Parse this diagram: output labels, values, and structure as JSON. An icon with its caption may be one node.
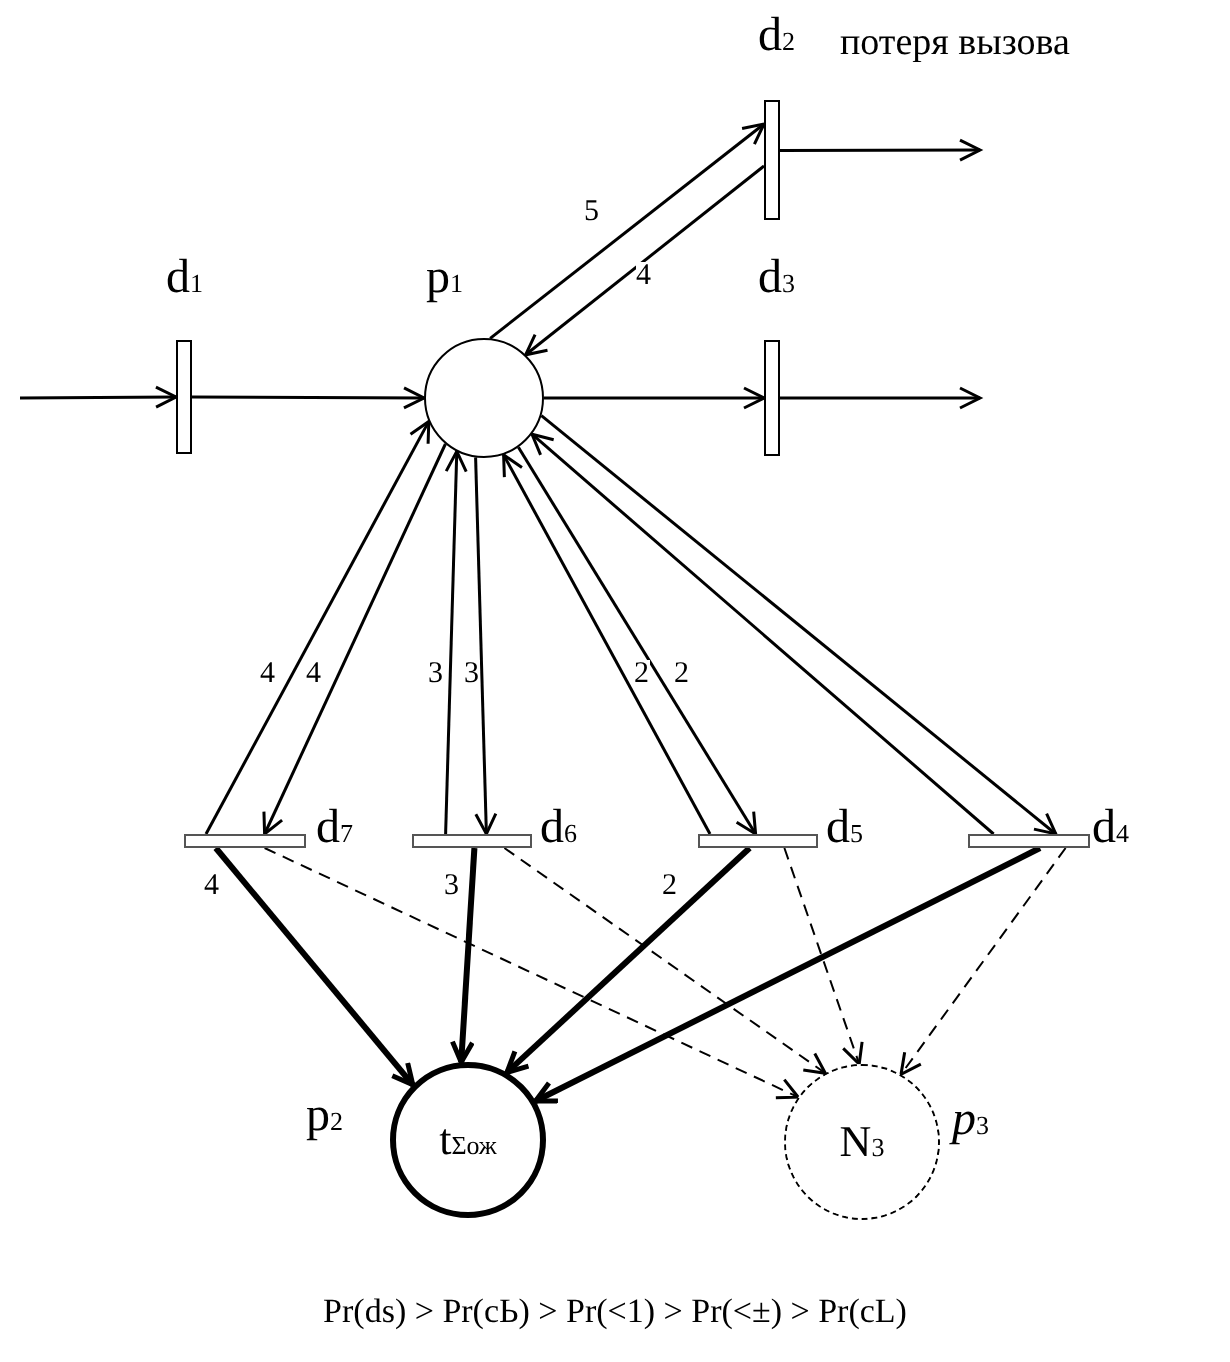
{
  "diagram": {
    "caption": "Pr(ds) > Pr(cЬ) > Pr(<1) > Pr(<±) > Pr(cL)",
    "nodes": [
      {
        "text": [],
        "shape": "bar",
        "beside": [
          "d$_{2}$"
        ]
      },
      {
        "text": [],
        "shape": "bar",
        "beside": [
          "d$_{1}$"
        ]
      },
      {
        "text": [],
        "shape": "circle",
        "beside": [
          "p$_{1}$"
        ]
      },
      {
        "text": [],
        "shape": "bar",
        "beside": [
          "d$_{3}$"
        ]
      },
      {
        "text": [],
        "shape": "bar",
        "beside": [
          "d$_{7}$"
        ]
      },
      {
        "text": [],
        "shape": "bar",
        "beside": [
          "d$_{6}$"
        ]
      },
      {
        "text": [],
        "shape": "bar",
        "beside": [
          "d$_{5}$"
        ]
      },
      {
        "text": [],
        "shape": "bar",
        "beside": [
          "d$_{4}$"
        ]
      },
      {
        "text": [
          "t$_{Σож}$"
        ],
        "beside": [
          "p$_{2}$"
        ]
      },
      {
        "text": [
          "N$_{3}$"
        ],
        "beside": [
          "*p*$_{3}$"
        ]
      }
    ],
    "edges": [
      {
        "from": null,
        "to": 1,
        "arrow": "to"
      },
      {
        "from": 1,
        "to": 2,
        "arrow": "to"
      },
      {
        "from": 2,
        "to": 0,
        "arrow": "to",
        "label": "5"
      },
      {
        "from": 0,
        "to": 2,
        "arrow": "to",
        "label": "4"
      },
      {
        "from": 0,
        "to": null,
        "arrow": "to",
        "label": "потеря вызова"
      },
      {
        "from": 2,
        "to": 3,
        "arrow": "to"
      },
      {
        "from": 3,
        "to": null,
        "arrow": "to"
      },
      {
        "from": 4,
        "to": 2,
        "arrow": "to",
        "label": "4"
      },
      {
        "from": 2,
        "to": 4,
        "arrow": "to",
        "label": "4"
      },
      {
        "from": 5,
        "to": 2,
        "arrow": "to",
        "label": "3"
      },
      {
        "from": 2,
        "to": 5,
        "arrow": "to",
        "label": "3"
      },
      {
        "from": 6,
        "to": 2,
        "arrow": "to",
        "label": "2"
      },
      {
        "from": 2,
        "to": 6,
        "arrow": "to",
        "label": "2"
      },
      {
        "from": 7,
        "to": 2,
        "arrow": "to"
      },
      {
        "from": 2,
        "to": 7,
        "arrow": "to"
      },
      {
        "from": 4,
        "to": 8,
        "arrow": "to",
        "label": "4",
        "style": "thick"
      },
      {
        "from": 5,
        "to": 8,
        "arrow": "to",
        "label": "3",
        "style": "thick"
      },
      {
        "from": 6,
        "to": 8,
        "arrow": "to",
        "label": "2",
        "style": "thick"
      },
      {
        "from": 7,
        "to": 8,
        "arrow": "to",
        "style": "thick"
      },
      {
        "from": 4,
        "to": 9,
        "arrow": "to",
        "style": "dashed"
      },
      {
        "from": 5,
        "to": 9,
        "arrow": "to",
        "style": "dashed"
      },
      {
        "from": 6,
        "to": 9,
        "arrow": "to",
        "style": "dashed"
      },
      {
        "from": 7,
        "to": 9,
        "arrow": "to",
        "style": "dashed"
      }
    ]
  }
}
